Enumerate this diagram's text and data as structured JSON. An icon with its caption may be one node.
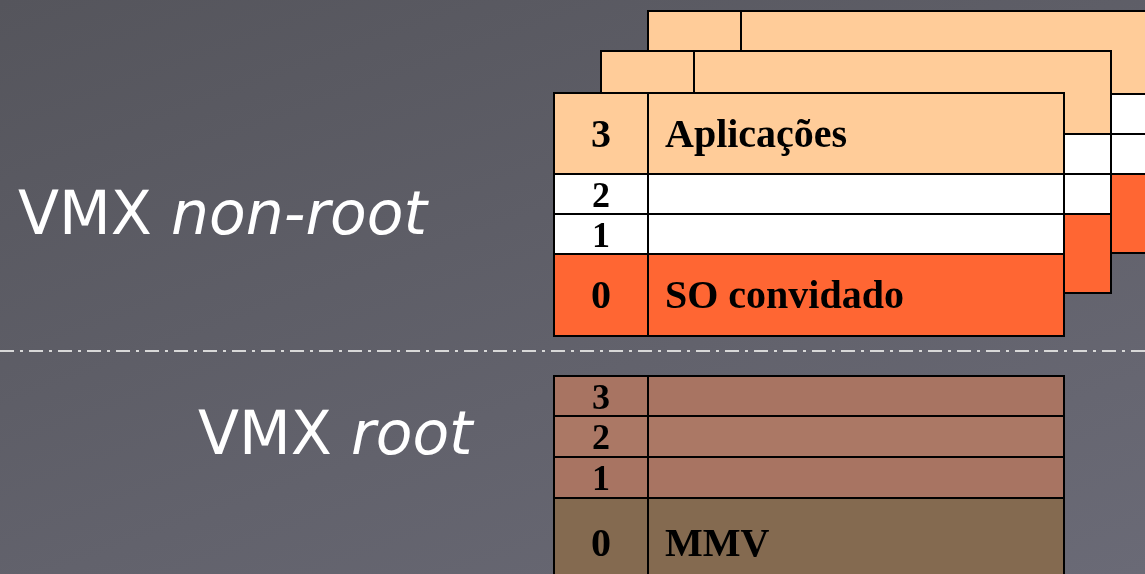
{
  "diagram": {
    "nodes": [
      {
        "text": [],
        "shape": "box"
      },
      {
        "text": [],
        "shape": "box"
      },
      {
        "text": [
          "3",
          "Aplicações"
        ]
      },
      {
        "text": [
          "2"
        ]
      },
      {
        "text": [
          "1"
        ]
      },
      {
        "text": [
          "0",
          "SO convidado"
        ]
      },
      {
        "text": [
          "3"
        ]
      },
      {
        "text": [
          "2"
        ]
      },
      {
        "text": [
          "1"
        ]
      },
      {
        "text": [
          "0",
          "MMV"
        ]
      },
      {
        "text": [],
        "shape": "bar"
      },
      {
        "text": [],
        "shape": "bar"
      }
    ],
    "labels": [
      "VMX *non-root*",
      "VMX *root*"
    ]
  }
}
